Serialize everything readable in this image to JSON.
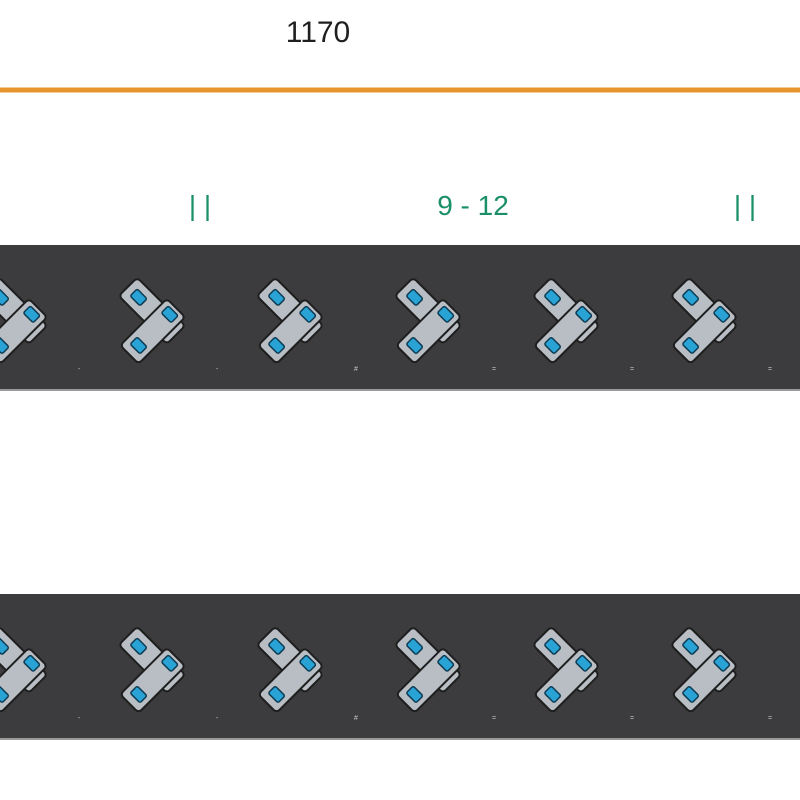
{
  "dimension": {
    "label": "1170",
    "line_color": "#e8952e"
  },
  "group": {
    "label": "9 - 12",
    "color": "#1a8f68",
    "separator_left": "| |",
    "separator_right": "| |"
  },
  "rails": [
    {
      "name": "top-rail",
      "fill": "#3c3c3e",
      "marks": [
        "",
        "-",
        "-",
        "#",
        "=",
        "=",
        "="
      ]
    },
    {
      "name": "bottom-rail",
      "fill": "#3c3c3e",
      "marks": [
        "",
        "-",
        "-",
        "#",
        "=",
        "=",
        "="
      ]
    }
  ],
  "connector": {
    "icon": "t-connector-icon",
    "body_color": "#b9bec5",
    "port_color": "#29a3d6"
  }
}
